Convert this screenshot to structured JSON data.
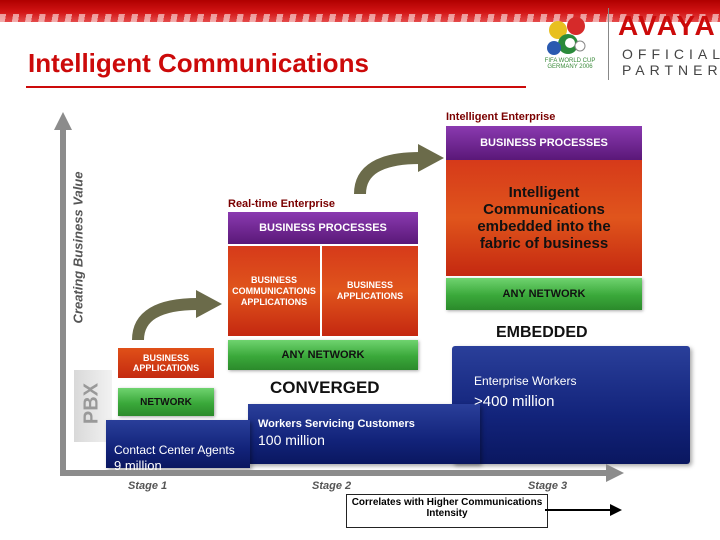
{
  "slide": {
    "title": "Intelligent Communications"
  },
  "logos": {
    "worldcup_text": "FIFA WORLD CUP GERMANY 2006",
    "avaya": "AVAYA",
    "official_line1": "OFFICIAL",
    "official_line2": "PARTNER"
  },
  "axes": {
    "y_label": "Creating Business Value",
    "pbx": "PBX",
    "stages": [
      "Stage 1",
      "Stage 2",
      "Stage 3"
    ],
    "correlates": "Correlates with Higher Communications Intensity"
  },
  "stage1": {
    "business_applications": "BUSINESS APPLICATIONS",
    "network": "NETWORK",
    "audience": "Contact Center Agents",
    "count": "9 million"
  },
  "stage2": {
    "heading": "Real-time Enterprise",
    "business_processes": "BUSINESS PROCESSES",
    "bca": "BUSINESS COMMUNICATIONS APPLICATIONS",
    "ba": "BUSINESS APPLICATIONS",
    "any_network": "ANY NETWORK",
    "label": "CONVERGED",
    "audience": "Workers Servicing Customers",
    "count": "100 million"
  },
  "stage3": {
    "heading": "Intelligent Enterprise",
    "business_processes": "BUSINESS PROCESSES",
    "core": "Intelligent Communications embedded into the fabric of business",
    "any_network": "ANY NETWORK",
    "label": "EMBEDDED",
    "audience": "Enterprise Workers",
    "count": ">400 million"
  },
  "colors": {
    "brand_red": "#cc0a0a",
    "foundation_blue": "#12237a",
    "network_green": "#3aa83a",
    "process_purple": "#5a1878",
    "app_orange": "#e0551c"
  }
}
